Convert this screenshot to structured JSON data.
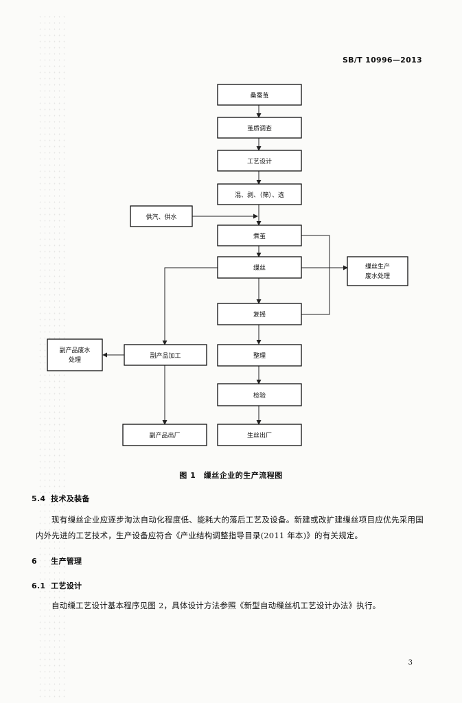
{
  "header": {
    "standard_number": "SB/T 10996—2013"
  },
  "flowchart": {
    "boxes": {
      "mulberry_cocoon": "桑蚕茧",
      "cocoon_quality_survey": "茧质调查",
      "process_design": "工艺设计",
      "mix_peel_sort": "混、剥、（筛）、选",
      "steam_water_supply": "供汽、供水",
      "cocoon_cooking": "煮茧",
      "reeling": "缫丝",
      "reeling_wastewater": [
        "缫丝生产",
        "废水处理"
      ],
      "rereeling": "复摇",
      "byproduct_wastewater": [
        "副产品废水",
        "处理"
      ],
      "byproduct_processing": "副产品加工",
      "finishing": "整理",
      "inspection": "检验",
      "byproduct_shipment": "副产品出厂",
      "raw_silk_shipment": "生丝出厂"
    },
    "caption": "图 1　缫丝企业的生产流程图"
  },
  "section_5_4": {
    "number": "5.4",
    "title": "技术及装备",
    "body": "现有缫丝企业应逐步淘汰自动化程度低、能耗大的落后工艺及设备。新建或改扩建缫丝项目应优先采用国内外先进的工艺技术，生产设备应符合《产业结构调整指导目录(2011 年本)》的有关规定。"
  },
  "section_6": {
    "number": "6",
    "title": "生产管理"
  },
  "section_6_1": {
    "number": "6.1",
    "title": "工艺设计",
    "body": "自动缫工艺设计基本程序见图 2，具体设计方法参照《新型自动缫丝机工艺设计办法》执行。"
  },
  "footer": {
    "page_number": "3"
  }
}
